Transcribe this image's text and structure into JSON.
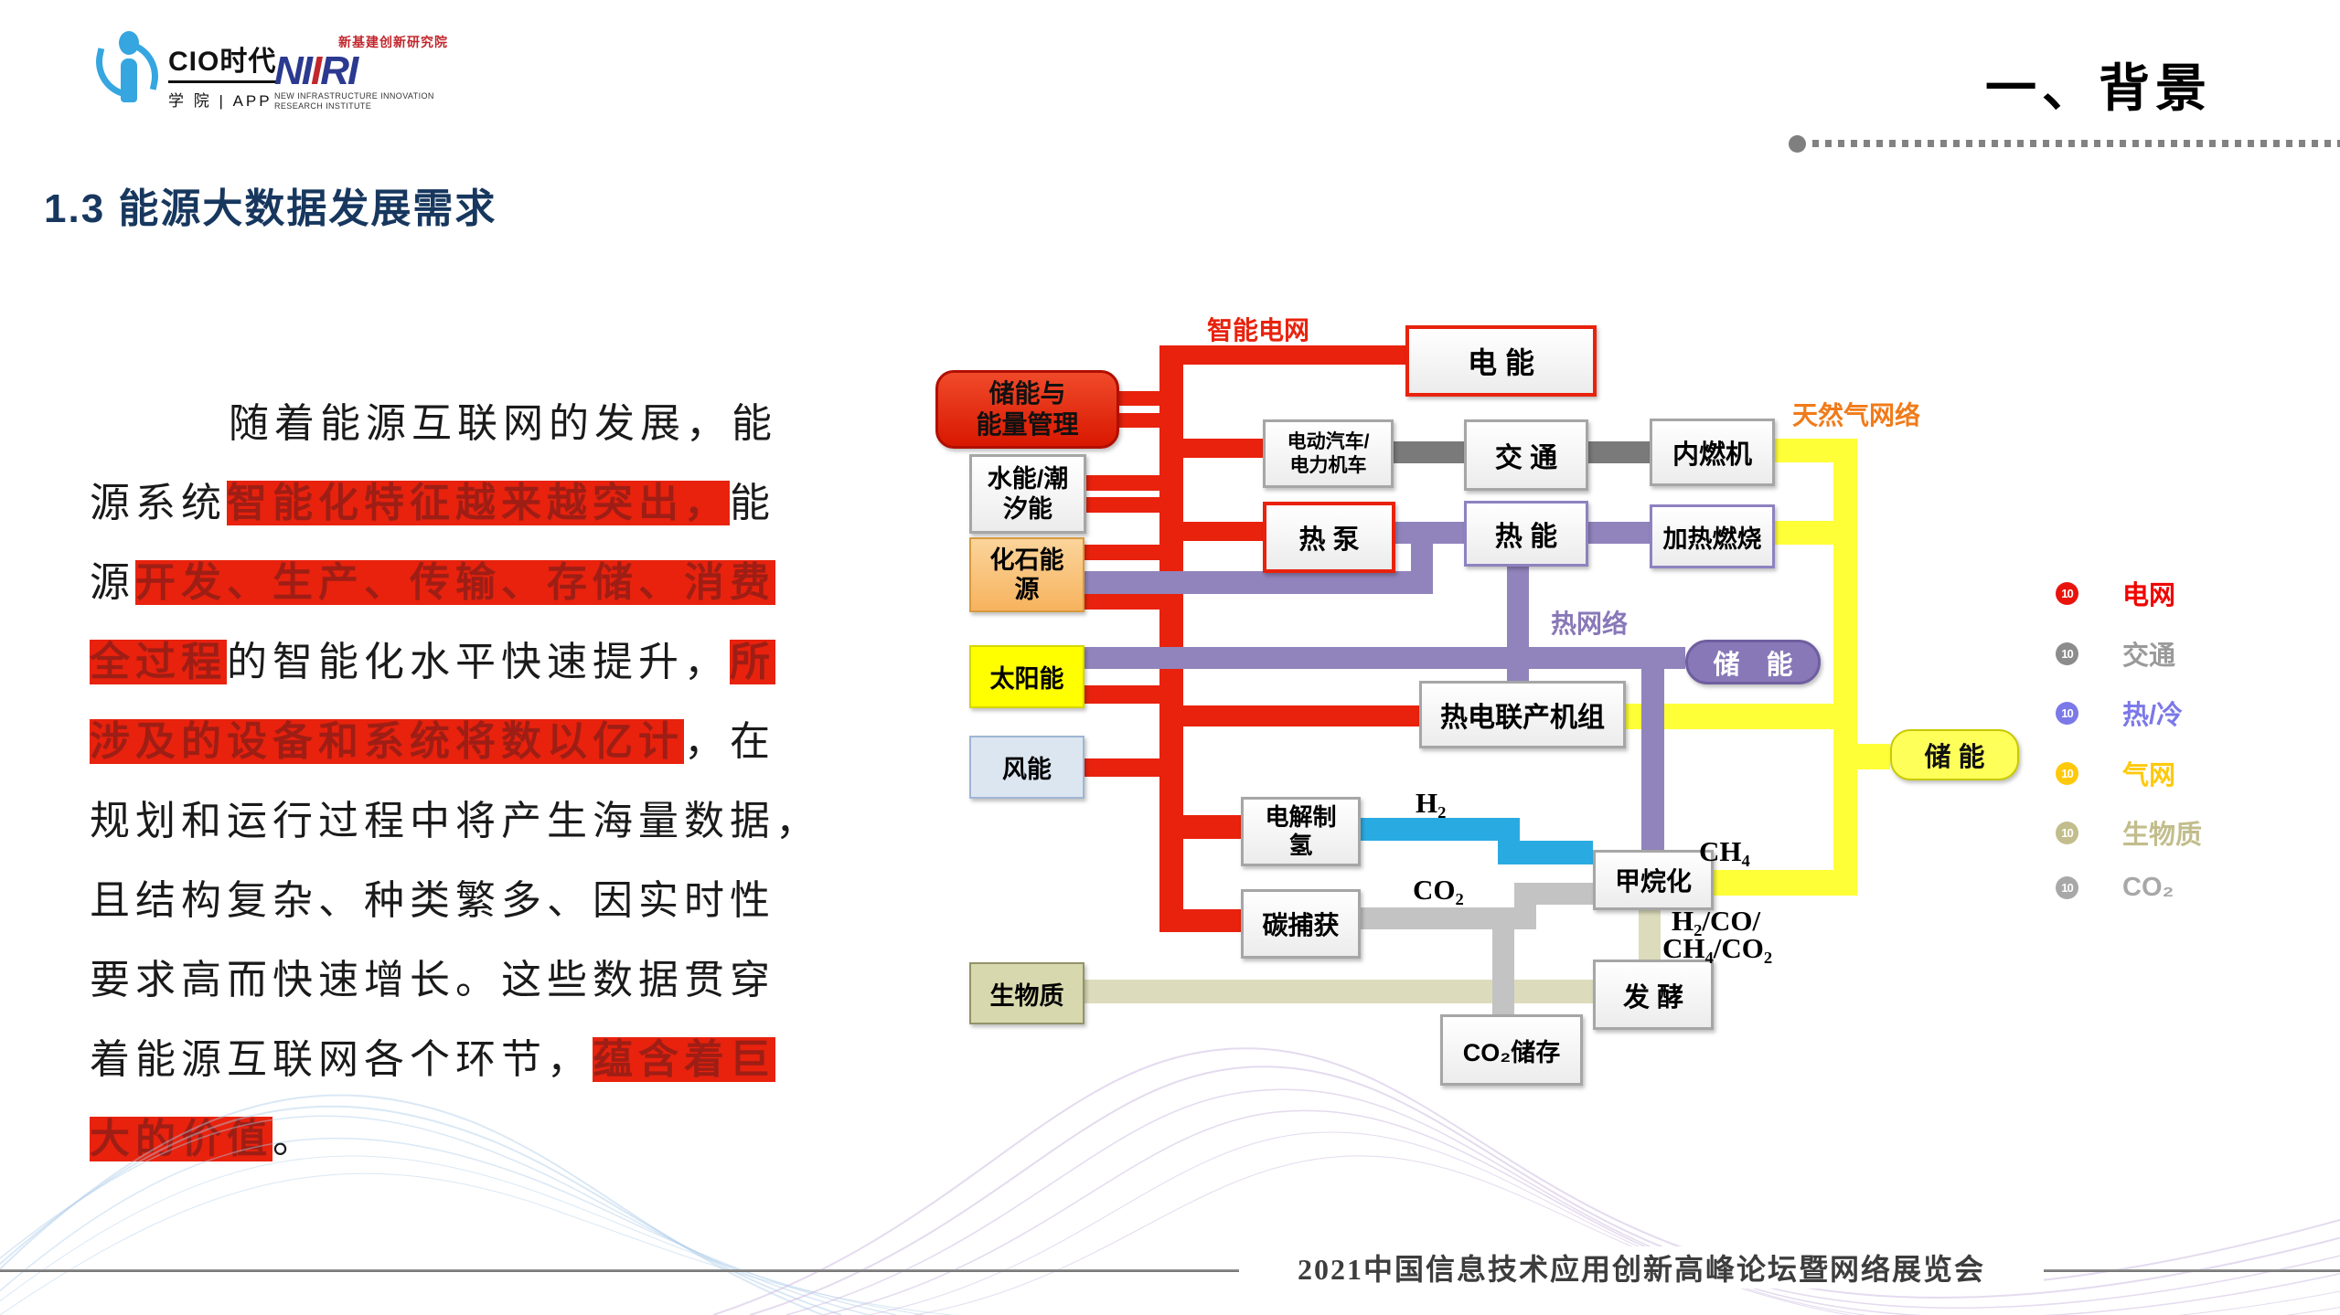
{
  "header": {
    "logo_cio": {
      "brand": "CIO时代",
      "sub": "学 院 | APP"
    },
    "logo_niiri": {
      "cn": "新基建创新研究院",
      "brand_n": "N",
      "brand_i1": "I",
      "brand_slash": "I",
      "brand_r": "R",
      "brand_i2": "I",
      "en1": "NEW INFRASTRUCTURE INNOVATION",
      "en2": "RESEARCH INSTITUTE"
    },
    "section": "一、背景",
    "title": "1.3 能源大数据发展需求"
  },
  "paragraph": {
    "lines": [
      {
        "segments": [
          {
            "t": "随着能源互联网的发展，能"
          }
        ]
      },
      {
        "segments": [
          {
            "t": "源系统"
          },
          {
            "t": "智能化特征越来越突出，"
          },
          {
            "t": "能"
          }
        ]
      },
      {
        "segments": [
          {
            "t": "源"
          },
          {
            "t": "开发、生产、传输、存储、消费"
          }
        ]
      },
      {
        "segments": [
          {
            "t": "全过程"
          },
          {
            "t": "的智能化水平快速提升，"
          },
          {
            "t": "所"
          }
        ]
      },
      {
        "segments": [
          {
            "t": "涉及的设备和系统将数以亿计"
          },
          {
            "t": "，在"
          }
        ]
      },
      {
        "segments": [
          {
            "t": "规划和运行过程中将产生海量数据，"
          }
        ]
      },
      {
        "segments": [
          {
            "t": "且结构复杂、种类繁多、因实时性"
          }
        ]
      },
      {
        "segments": [
          {
            "t": "要求高而快速增长。这些数据贯穿"
          }
        ]
      },
      {
        "segments": [
          {
            "t": "着能源互联网各个环节，"
          },
          {
            "t": "蕴含着巨"
          }
        ]
      },
      {
        "segments": [
          {
            "t": "大的价值"
          },
          {
            "t": "。"
          }
        ]
      }
    ]
  },
  "diagram": {
    "labels": {
      "smart_grid": "智能电网",
      "gas_network": "天然气网络",
      "heat_network": "热网络",
      "h2": "H₂",
      "co2": "CO₂",
      "ch4": "CH₄",
      "syngas1": "H₂/CO/",
      "syngas2": "CH₄/CO₂"
    },
    "boxes": {
      "storage_mgmt": {
        "line1": "储能与",
        "line2": "能量管理"
      },
      "water": {
        "line1": "水能/潮",
        "line2": "汐能"
      },
      "fossil": {
        "line1": "化石能",
        "line2": "源"
      },
      "solar": {
        "label": "太阳能"
      },
      "wind": {
        "label": "风能"
      },
      "biomass": {
        "label": "生物质"
      },
      "elec": {
        "label": "电  能"
      },
      "ev": {
        "line1": "电动汽车/",
        "line2": "电力机车"
      },
      "traffic": {
        "label": "交  通"
      },
      "heatpump": {
        "label": "热  泵"
      },
      "heat": {
        "label": "热  能"
      },
      "ice": {
        "label": "内燃机"
      },
      "burn": {
        "label": "加热燃烧"
      },
      "chp": {
        "label": "热电联产机组"
      },
      "storage_heat": {
        "label": "储　能"
      },
      "storage_gas": {
        "label": "储 能"
      },
      "electrolysis": {
        "line1": "电解制",
        "line2": "氢"
      },
      "carbon": {
        "label": "碳捕获"
      },
      "methanation": {
        "label": "甲烷化"
      },
      "fermentation": {
        "label": "发 酵"
      },
      "co2_storage": {
        "label": "CO₂储存"
      }
    },
    "legend": {
      "bullet": "10",
      "items": [
        {
          "label": "电网",
          "color": "#e8140c"
        },
        {
          "label": "交通",
          "color": "#8c8c8c"
        },
        {
          "label": "热/冷",
          "color": "#7b78e8"
        },
        {
          "label": "气网",
          "color": "#fec90a"
        },
        {
          "label": "生物质",
          "color": "#c2bd8c"
        },
        {
          "label": "CO₂",
          "color": "#a8a8a8"
        }
      ]
    },
    "colors": {
      "grid_red": "#e8220d",
      "transport_gray": "#7a7a7a",
      "heat_purple": "#9184bc",
      "gas_yellow": "#ffff38",
      "h2_blue": "#29abe2",
      "co2_gray": "#c3c3c3",
      "biomass_olive": "#dcdcbc"
    }
  },
  "footer": {
    "text": "2021中国信息技术应用创新高峰论坛暨网络展览会"
  }
}
